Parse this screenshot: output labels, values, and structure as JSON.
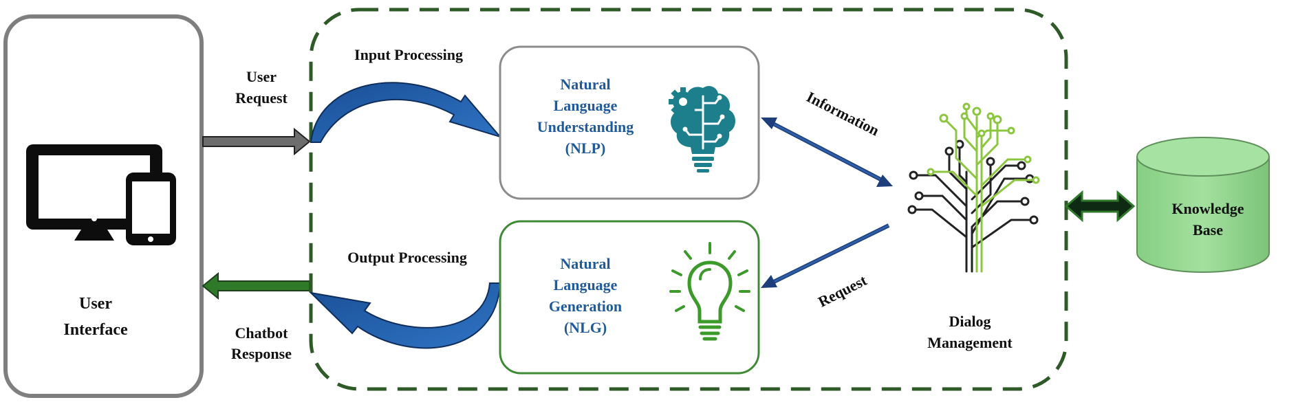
{
  "user_interface": {
    "line1": "User",
    "line2": "Interface"
  },
  "user_request": {
    "line1": "User",
    "line2": "Request"
  },
  "chatbot_response": {
    "line1": "Chatbot",
    "line2": "Response"
  },
  "input_processing": "Input Processing",
  "output_processing": "Output Processing",
  "nlu": {
    "line1": "Natural",
    "line2": "Language",
    "line3": "Understanding",
    "line4": "(NLP)"
  },
  "nlg": {
    "line1": "Natural",
    "line2": "Language",
    "line3": "Generation",
    "line4": "(NLG)"
  },
  "information": "Information",
  "request": "Request",
  "dialog": {
    "line1": "Dialog",
    "line2": "Management"
  },
  "knowledge_base": {
    "line1": "Knowledge",
    "line2": "Base"
  },
  "colors": {
    "dashed_border": "#2d5a27",
    "nlu_border": "#8c8c8c",
    "nlg_border": "#3f8a35",
    "label_blue": "#1f5a9a",
    "swoosh_blue": "#1d5aa6",
    "db_green": "#8fd48c",
    "brain_teal": "#1d7f8c",
    "bulb_green": "#3c9a2a"
  }
}
